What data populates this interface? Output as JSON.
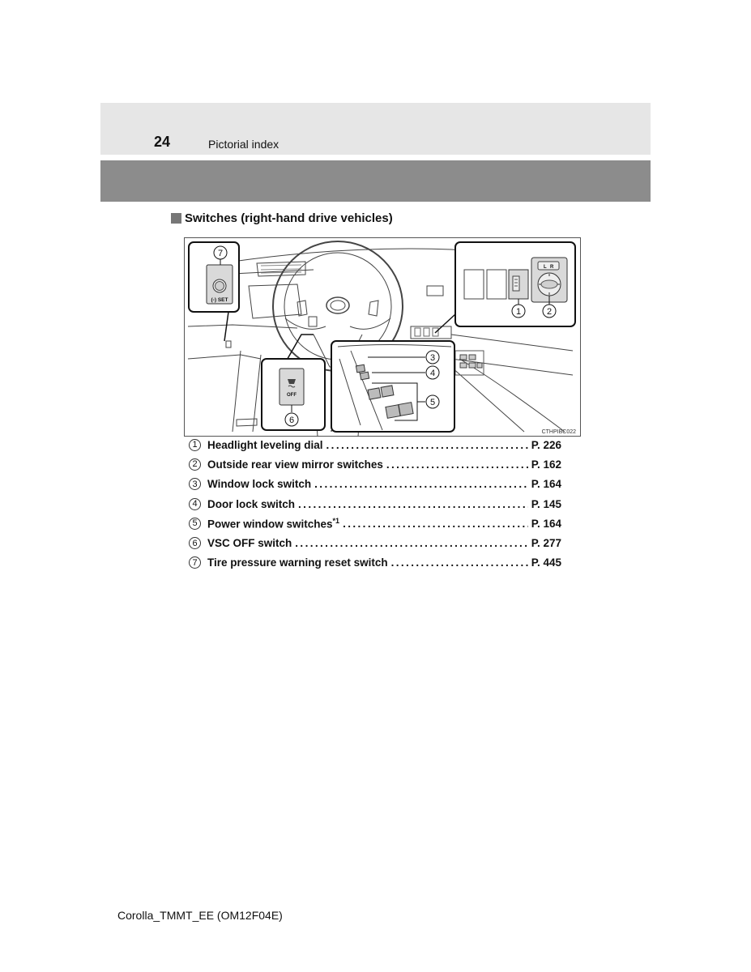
{
  "header": {
    "page_number": "24",
    "section_name": "Pictorial index"
  },
  "section": {
    "heading": "Switches (right-hand drive vehicles)"
  },
  "figure": {
    "code": "CTHPIBC022",
    "callouts": [
      "1",
      "2",
      "3",
      "4",
      "5",
      "6",
      "7"
    ],
    "tpws_label": "SET",
    "vsc_label": "OFF",
    "mirror_left": "L",
    "mirror_right": "R"
  },
  "items": [
    {
      "num": "1",
      "label": "Headlight leveling dial",
      "sup": "",
      "page": "P. 226"
    },
    {
      "num": "2",
      "label": "Outside rear view mirror switches",
      "sup": "",
      "page": "P. 162"
    },
    {
      "num": "3",
      "label": "Window lock switch",
      "sup": "",
      "page": "P. 164"
    },
    {
      "num": "4",
      "label": "Door lock switch",
      "sup": "",
      "page": "P. 145"
    },
    {
      "num": "5",
      "label": "Power window switches",
      "sup": "*1",
      "page": "P. 164"
    },
    {
      "num": "6",
      "label": "VSC OFF switch",
      "sup": "",
      "page": "P. 277"
    },
    {
      "num": "7",
      "label": "Tire pressure warning reset switch",
      "sup": "",
      "page": "P. 445"
    }
  ],
  "footer": {
    "text": "Corolla_TMMT_EE (OM12F04E)"
  }
}
